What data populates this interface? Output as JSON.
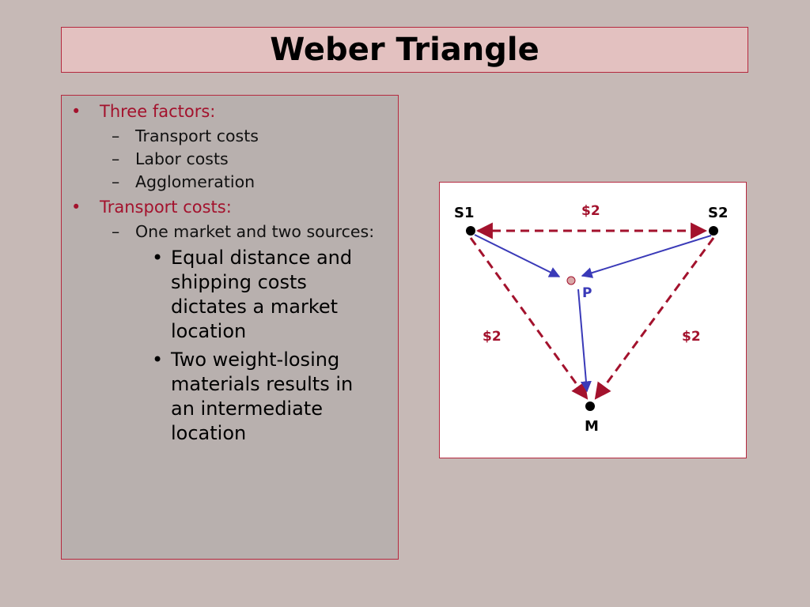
{
  "slide": {
    "title": "Weber Triangle"
  },
  "bullets": {
    "item1": {
      "label": "Three factors:",
      "subitems": [
        "Transport costs",
        "Labor costs",
        "Agglomeration"
      ]
    },
    "item2": {
      "label": "Transport costs:",
      "subitem": "One market and two sources:",
      "points": [
        "Equal distance and shipping costs dictates a market location",
        "Two weight-losing materials results in an intermediate location"
      ]
    }
  },
  "diagram": {
    "nodes": {
      "s1": "S1",
      "s2": "S2",
      "m": "M",
      "p": "P"
    },
    "costs": {
      "top": "$2",
      "left": "$2",
      "right": "$2"
    },
    "colors": {
      "dashed_edge": "#a3122d",
      "flow_arrow": "#3a3ab8",
      "node": "#000000",
      "intermediate_point": "#d9a8a8"
    }
  }
}
